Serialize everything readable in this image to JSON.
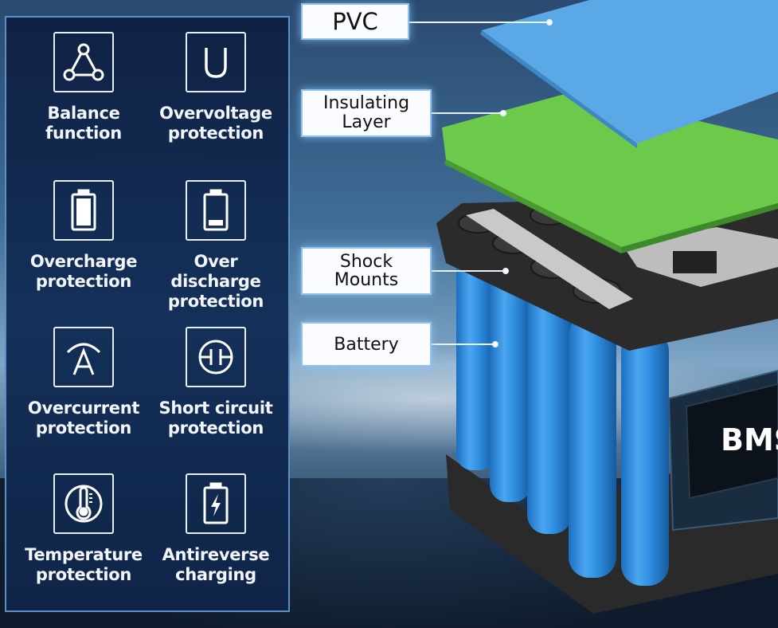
{
  "features": [
    {
      "id": "balance",
      "label_line1": "Balance",
      "label_line2": "function",
      "icon": "triangle-nodes-icon"
    },
    {
      "id": "overvoltage",
      "label_line1": "Overvoltage",
      "label_line2": "protection",
      "icon": "voltage-u-icon"
    },
    {
      "id": "overcharge",
      "label_line1": "Overcharge",
      "label_line2": "protection",
      "icon": "battery-full-icon"
    },
    {
      "id": "overdischarge",
      "label_line1": "Over discharge",
      "label_line2": "protection",
      "icon": "battery-low-icon"
    },
    {
      "id": "overcurrent",
      "label_line1": "Overcurrent",
      "label_line2": "protection",
      "icon": "ampere-icon"
    },
    {
      "id": "shortcircuit",
      "label_line1": "Short circuit",
      "label_line2": "protection",
      "icon": "short-circuit-icon"
    },
    {
      "id": "temperature",
      "label_line1": "Temperature",
      "label_line2": "protection",
      "icon": "thermometer-icon"
    },
    {
      "id": "antireverse",
      "label_line1": "Antireverse",
      "label_line2": "charging",
      "icon": "battery-bolt-icon"
    }
  ],
  "callouts": {
    "pvc": "PVC",
    "insulating_line1": "Insulating",
    "insulating_line2": "Layer",
    "shock_line1": "Shock",
    "shock_line2": "Mounts",
    "battery": "Battery"
  },
  "bms_label": "BMS",
  "colors": {
    "panel": "#143059",
    "pvc_sheet": "#5aa8e6",
    "insulating_sheet": "#6cc94a",
    "battery_cell": "#2f8ee0",
    "holder": "#262626"
  }
}
